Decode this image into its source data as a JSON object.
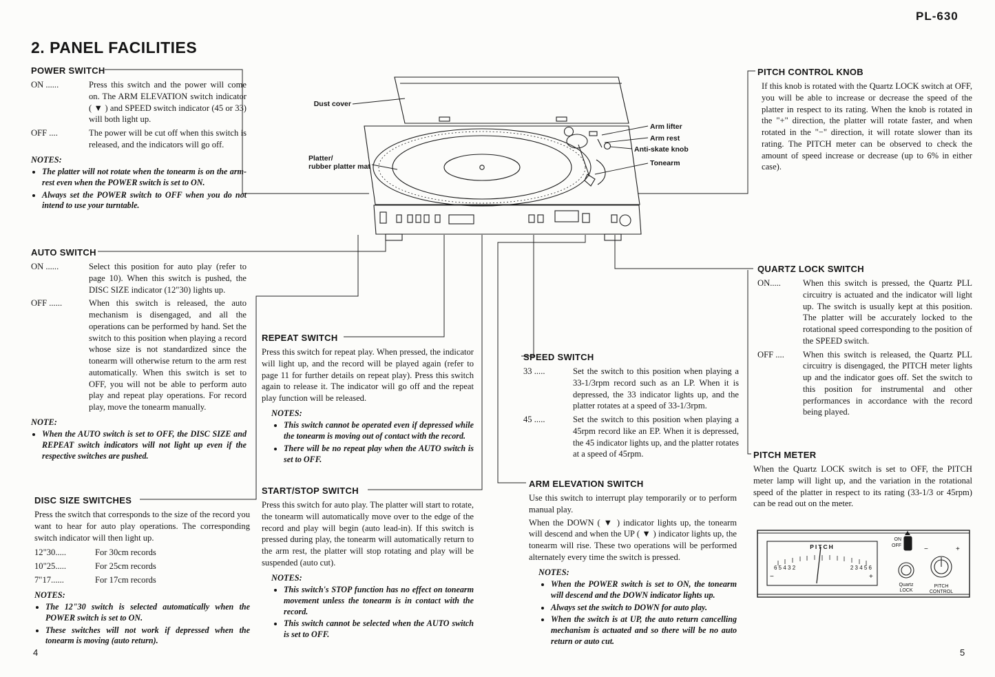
{
  "page": {
    "model": "PL-630",
    "title": "2. PANEL FACILITIES",
    "page_left": "4",
    "page_right": "5"
  },
  "power_switch": {
    "heading": "POWER SWITCH",
    "on_label": "ON  ......",
    "on_text": "Press this switch and the power will come on. The ARM ELEVATION switch indicator ( ▼ ) and SPEED switch indicator (45 or 33) will both light up.",
    "off_label": "OFF ....",
    "off_text": "The power will be cut off when this switch is released, and the indicators will go off.",
    "notes_label": "NOTES:",
    "note1": "The platter will not rotate when the tonearm is on the arm-rest even when the POWER switch is set to ON.",
    "note2": "Always set the POWER switch to OFF when you do not intend to use your turntable."
  },
  "auto_switch": {
    "heading": "AUTO SWITCH",
    "on_label": "ON  ......",
    "on_text": "Select this position for auto play (refer to page 10). When this switch is pushed, the DISC SIZE indicator (12\"30) lights up.",
    "off_label": "OFF ......",
    "off_text": "When this switch is released, the auto mechanism is disengaged, and all the operations can be performed by hand. Set the switch to this position when playing a record whose size is not standardized since the tonearm will otherwise return to the arm rest automatically. When this switch is set to OFF, you will not be able to perform auto play and repeat play operations. For record play, move the tonearm manually.",
    "note_label": "NOTE:",
    "note1": "When the AUTO switch is set to OFF, the DISC SIZE and REPEAT switch indicators will not light up even if the respective switches are pushed."
  },
  "disc_size": {
    "heading": "DISC SIZE SWITCHES",
    "intro": "Press the switch that corresponds to the size of the record you want to hear for auto play operations. The corresponding switch indicator will then light up.",
    "item1_label": "12\"30.....",
    "item1_text": "For 30cm records",
    "item2_label": "10\"25.....",
    "item2_text": "For 25cm records",
    "item3_label": "7\"17......",
    "item3_text": "For 17cm records",
    "notes_label": "NOTES:",
    "note1": "The 12\"30 switch is selected automatically when the POWER switch is set to ON.",
    "note2": "These switches will not work if depressed when the tonearm is moving (auto return)."
  },
  "repeat_switch": {
    "heading": "REPEAT SWITCH",
    "body": "Press this switch for repeat play. When pressed, the indicator will light up, and the record will be played again (refer to page 11 for further details on repeat play). Press this switch again to release it. The indicator will go off and the repeat play function will be released.",
    "notes_label": "NOTES:",
    "note1": "This switch cannot be operated even if depressed while the tonearm is moving out of contact with the record.",
    "note2": "There will be no repeat play when the AUTO switch is set to OFF."
  },
  "start_stop": {
    "heading": "START/STOP SWITCH",
    "body": "Press this switch for auto play. The platter will start to rotate, the tonearm will automatically move over to the edge of the record and play will begin (auto lead-in). If this switch is pressed during play, the tonearm will automatically return to the arm rest, the platter will stop rotating and play will be suspended (auto cut).",
    "notes_label": "NOTES:",
    "note1": "This switch's STOP function has no effect on tonearm movement unless the tonearm is in contact with the record.",
    "note2": "This switch cannot be selected when the AUTO switch is set to OFF."
  },
  "speed_switch": {
    "heading": "SPEED SWITCH",
    "i33_label": "33 .....",
    "i33_text": "Set the switch to this position when playing a 33-1/3rpm record such as an LP. When it is depressed, the 33 indicator lights up, and the platter rotates at a speed of 33-1/3rpm.",
    "i45_label": "45 .....",
    "i45_text": "Set the switch to this position when playing a 45rpm record like an EP. When it is depressed, the 45 indicator lights up, and the platter rotates at a speed of 45rpm."
  },
  "arm_elevation": {
    "heading": "ARM ELEVATION SWITCH",
    "p1": "Use this switch to interrupt play temporarily or to perform manual play.",
    "p2": "When the DOWN ( ▼ ) indicator lights up, the tonearm will descend and when the UP ( ▼ ) indicator lights up, the tonearm will rise. These two operations will be performed alternately every time the switch is pressed.",
    "notes_label": "NOTES:",
    "note1": "When the POWER switch is set to ON, the tonearm will descend and the DOWN indicator lights up.",
    "note2": "Always set the switch to DOWN for auto play.",
    "note3": "When the switch is at UP, the auto return cancelling mechanism is actuated and so there will be no auto return or auto cut."
  },
  "pitch_knob": {
    "heading": "PITCH CONTROL KNOB",
    "body": "If this knob is rotated with the Quartz LOCK switch at OFF, you will be able to increase or decrease the speed of the platter in respect to its rating. When the knob is rotated in the \"+\" direction, the platter will rotate faster, and when rotated in the \"−\" direction, it will rotate slower than its rating. The PITCH meter can be observed to check the amount of speed increase or decrease (up to 6% in either case)."
  },
  "quartz_lock": {
    "heading": "QUARTZ LOCK SWITCH",
    "on_label": "ON.....",
    "on_text": "When this switch is pressed, the Quartz PLL circuitry is actuated and the indicator will light up. The switch is usually kept at this position. The platter will be accurately locked to the rotational speed corresponding to the position of the SPEED switch.",
    "off_label": "OFF ....",
    "off_text": "When this switch is released, the Quartz PLL circuitry is disengaged, the PITCH meter lights up and the indicator goes off. Set the switch to this position for instrumental and other performances in accordance with the record being played."
  },
  "pitch_meter": {
    "heading": "PITCH METER",
    "body": "When the Quartz LOCK switch is set to OFF, the PITCH meter lamp will light up, and the variation in the rotational speed of the platter in respect to its rating (33-1/3 or 45rpm) can be read out on the meter."
  },
  "callouts": {
    "dust_cover": "Dust cover",
    "platter1": "Platter/",
    "platter2": "rubber platter mat",
    "arm_lifter": "Arm lifter",
    "arm_rest": "Arm rest",
    "anti_skate": "Anti-skate knob",
    "tonearm": "Tonearm"
  },
  "panel_detail": {
    "meter_label": "PITCH",
    "scale_left": "6 5 4 3 2",
    "scale_right": "2 3 4 5 6",
    "minus": "−",
    "plus": "+",
    "toggle_on": "ON",
    "toggle_off": "OFF",
    "quartz_label1": "Quartz",
    "quartz_label2": "LOCK",
    "pitch_label1": "PITCH",
    "pitch_label2": "CONTROL",
    "knob_minus": "−",
    "knob_plus": "+"
  }
}
